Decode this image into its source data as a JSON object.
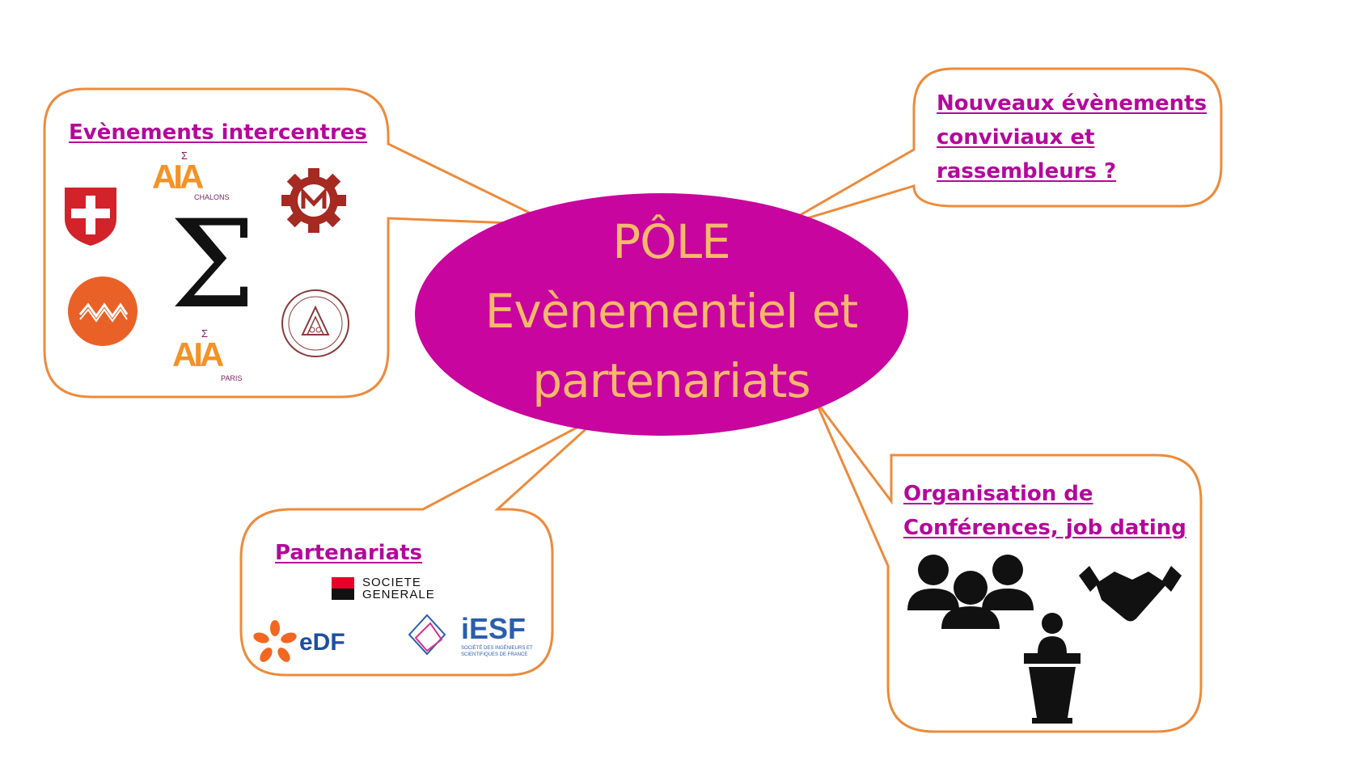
{
  "center": {
    "lines": [
      "PÔLE",
      "Evènementiel et",
      "partenariats"
    ]
  },
  "boxes": {
    "intercentres": {
      "title": "Evènements intercentres",
      "logos": {
        "aia_chalons": {
          "letters": "AIA",
          "sigma": "Σ",
          "city": "CHALONS"
        },
        "aia_paris": {
          "letters": "AIA",
          "sigma": "Σ",
          "city": "PARIS"
        },
        "sigma": "Σ"
      }
    },
    "nouveaux": {
      "lines": [
        "Nouveaux évènements",
        "conviviaux et",
        "rassembleurs ?"
      ]
    },
    "partenariats": {
      "title": "Partenariats",
      "logos": {
        "socgen": [
          "SOCIETE",
          "GENERALE"
        ],
        "edf": "eDF",
        "iesf": {
          "name": "iESF",
          "sub": [
            "SOCIÉTÉ DES INGÉNIEURS ET",
            "SCIENTIFIQUES DE FRANCE"
          ]
        }
      }
    },
    "conferences": {
      "lines": [
        "Organisation de",
        "Conférences, job dating"
      ]
    }
  },
  "colors": {
    "ellipse": "#c8059e",
    "center_text": "#f6b96a",
    "box_stroke": "#ed8b3c",
    "heading": "#b4089b",
    "logo_red": "#a52a22",
    "logo_orange": "#ea6128",
    "aia_orange": "#f39227",
    "aia_purple": "#7a1f5c",
    "edf_orange": "#f26722",
    "edf_blue": "#1e4ea1",
    "iesf_blue": "#2b5eab",
    "iesf_pink": "#d0358c",
    "socgen_red": "#e60028"
  },
  "icons": [
    "savoie-shield-icon",
    "am-gear-logo-icon",
    "orange-circle-logo-icon",
    "apprentis-seal-icon",
    "people-group-icon",
    "speaker-podium-icon",
    "handshake-icon"
  ]
}
